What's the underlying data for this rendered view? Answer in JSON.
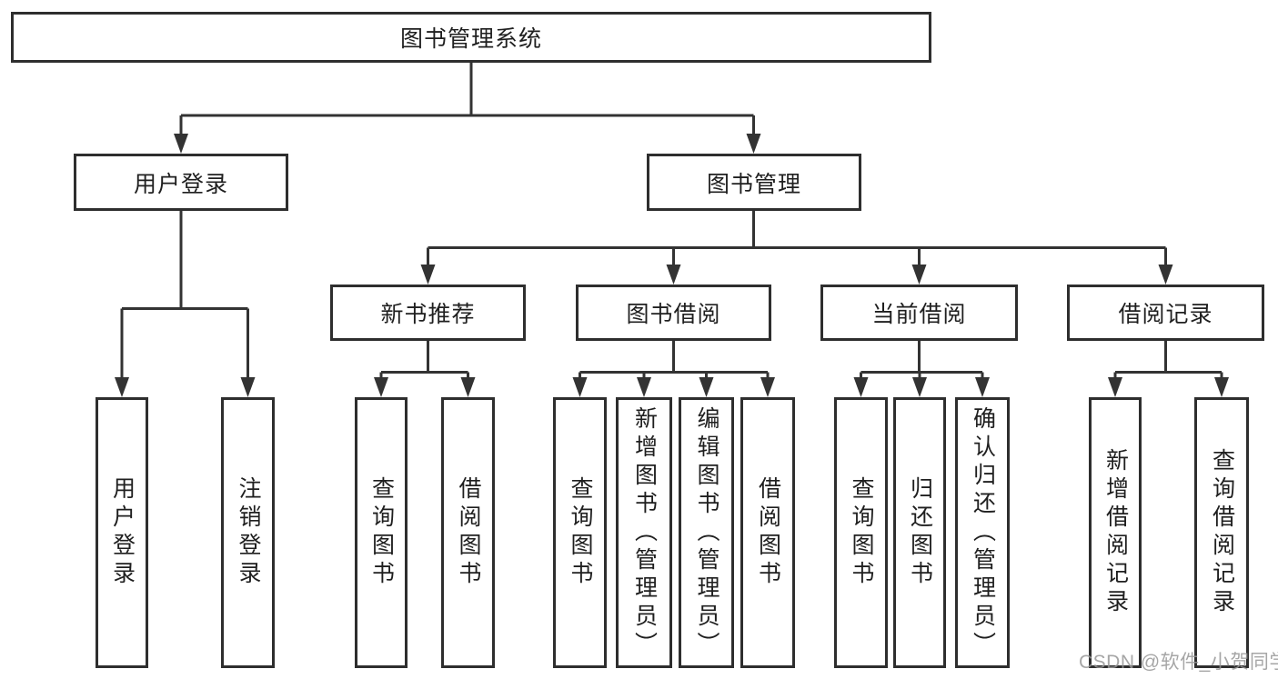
{
  "diagram": {
    "root": {
      "label": "图书管理系统"
    },
    "level2": [
      {
        "label": "用户登录"
      },
      {
        "label": "图书管理"
      }
    ],
    "level3": [
      {
        "label": "新书推荐",
        "parent": "图书管理"
      },
      {
        "label": "图书借阅",
        "parent": "图书管理"
      },
      {
        "label": "当前借阅",
        "parent": "图书管理"
      },
      {
        "label": "借阅记录",
        "parent": "图书管理"
      }
    ],
    "leaves": [
      {
        "label": "用户登录",
        "parent": "用户登录"
      },
      {
        "label": "注销登录",
        "parent": "用户登录"
      },
      {
        "label": "查询图书",
        "parent": "新书推荐"
      },
      {
        "label": "借阅图书",
        "parent": "新书推荐"
      },
      {
        "label": "查询图书",
        "parent": "图书借阅"
      },
      {
        "label": "新增图书（管理员）",
        "parent": "图书借阅"
      },
      {
        "label": "编辑图书（管理员）",
        "parent": "图书借阅"
      },
      {
        "label": "借阅图书",
        "parent": "图书借阅"
      },
      {
        "label": "查询图书",
        "parent": "当前借阅"
      },
      {
        "label": "归还图书",
        "parent": "当前借阅"
      },
      {
        "label": "确认归还（管理员）",
        "parent": "当前借阅"
      },
      {
        "label": "新增借阅记录",
        "parent": "借阅记录"
      },
      {
        "label": "查询借阅记录",
        "parent": "借阅记录"
      }
    ]
  },
  "watermark": {
    "text": "CSDN @软件_小贺同学",
    "color": "#969696"
  },
  "colors": {
    "line": "#333333",
    "box_border": "#2e2e2e",
    "text": "#1f1f1f",
    "background": "#ffffff"
  }
}
